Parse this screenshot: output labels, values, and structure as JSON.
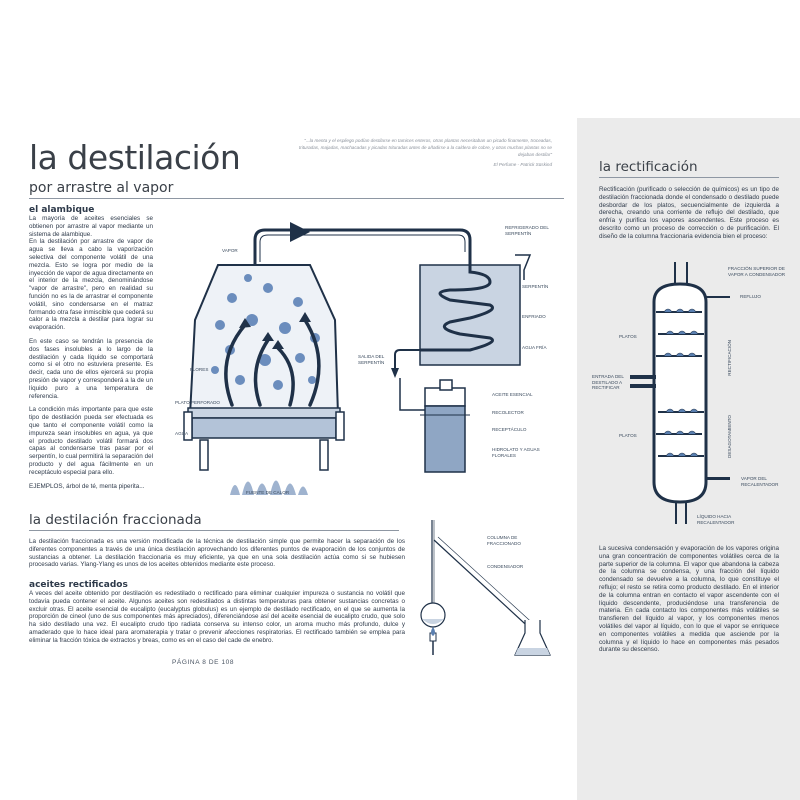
{
  "quote": {
    "text": "\"...la menta y el espliego podían destilarse en tamices enteros, otras plantas necesitaban un picado finamente, troceadas, trituradas, majadas, machacadas y picadas trituradas antes de añadirse a la caldera de cobre, y otras muchas plantas no se dejaban destilar\"",
    "source": "El Perfume - Patrick Süskind"
  },
  "header": {
    "title": "la destilación",
    "subtitle": "por arrastre al vapor"
  },
  "alambique": {
    "heading": "el alambique",
    "paragraphs": [
      "La mayoría de aceites esenciales se obtienen por arrastre al vapor mediante un sistema de alambique.",
      "En la destilación por arrastre de vapor de agua se lleva a cabo la vaporización selectiva del componente volátil de una mezcla. Esto se logra por medio de la inyección de vapor de agua directamente en el interior de la mezcla, denominándose \"vapor de arrastre\", pero en realidad su función no es la de arrastrar el componente volátil, sino condensarse en el matraz formando otra fase inmiscible que cederá su calor a la mezcla a destilar para lograr su evaporación.",
      "En este caso se tendrán la presencia de dos fases insolubles a lo largo de la destilación y cada líquido se comportará como si el otro no estuviera presente. Es decir, cada uno de ellos ejercerá su propia presión de vapor y corresponderá a la de un líquido puro a una temperatura de referencia.",
      "La condición más importante para que este tipo de destilación pueda ser efectuada es que tanto el componente volátil como la impureza sean insolubles en agua, ya que el producto destilado volátil formará dos capas al condensarse tras pasar por el serpentín, lo cual permitirá la separación del producto y del agua fácilmente en un receptáculo especial para ello.",
      "EJEMPLOS, árbol de té, menta piperita..."
    ]
  },
  "still_labels": {
    "vapor": "VAPOR",
    "refrigerado": "REFRIGERADO DEL SERPENTÍN",
    "serpentin": "SERPENTÍN",
    "enfriado": "ENFRIADO",
    "agua_fria": "AGUA FRÍA",
    "salida": "SALIDA DEL SERPENTÍN",
    "flores": "FLORES",
    "plato": "PLATO PERFORADO",
    "agua": "AGUA",
    "aceite": "ACEITE ESENCIAL",
    "recolector": "RECOLECTOR",
    "receptaculo": "RECEPTÁCULO",
    "hidrolato": "HIDROLATO Y AGUAS FLORALES",
    "fuente": "FUENTE DE CALOR"
  },
  "fraccionada": {
    "title": "la destilación fraccionada",
    "paragraph": "La destilación fraccionada es una versión modificada de la técnica de destilación simple que permite hacer la separación de los diferentes componentes a través de una única destilación aprovechando los diferentes puntos de evaporación de los conjuntos de sustancias a obtener. La destilación fraccionaria es muy eficiente, ya que en una sola destilación actúa como si se hubiesen procesado varias. Ylang-Ylang es unos de los aceites obtenidos mediante este proceso.",
    "column_label": "COLUMNA DE FRACCIONADO",
    "condenser_label": "CONDENSADOR"
  },
  "rectificados": {
    "heading": "aceites rectificados",
    "paragraph": "A veces del aceite obtenido por destilación es redestilado o rectificado para eliminar cualquier impureza o sustancia no volátil que todavía pueda contener el aceite. Algunos aceites son redestilados a distintas temperaturas para obtener sustancias concretas o excluir otras. El aceite esencial de eucalipto (eucalyptus globulus) es un ejemplo de destilado rectificado, en el que se aumenta la proporción de cineol (uno de sus componentes más apreciados), diferenciándose así del aceite esencial de eucalipto crudo, que solo ha sido destilado una vez. El eucalipto crudo tipo radiata conserva su intenso color, un aroma mucho más profundo, dulce y amaderado que lo hace ideal para aromaterapia y tratar o prevenir afecciones respiratorias. El rectificado también se emplea para eliminar la fracción tóxica de extractos y breas, como es en el caso del cade de enebro."
  },
  "page": {
    "number": "PÁGINA 8 DE 108"
  },
  "rectificacion": {
    "title": "la rectificación",
    "intro": "Rectificación (purificado o selección de químicos) es un tipo de destilación fraccionada donde el condensado o destilado puede desbordar de los platos, secuencialmente de izquierda a derecha, creando una corriente de reflujo del destilado, que enfría y purifica los vapores ascendentes. Este proceso es descrito como un proceso de corrección o de purificación. El diseño de la columna fraccionaria evidencia bien el proceso:",
    "labels": {
      "fraccion": "FRACCIÓN SUPERIOR DE VAPOR A CONDENSADOR",
      "reflujo": "REFLUJO",
      "platos1": "PLATOS",
      "rectificacion": "RECTIFICACIÓN",
      "entrada": "ENTRADA DEL DESTILADO A RECTIFICAR",
      "platos2": "PLATOS",
      "desagotamiento": "DESAGOTAMIENTO",
      "vapor_recal": "VAPOR DEL RECALENTADOR",
      "liquido": "LÍQUIDO HACIA RECALENTADOR"
    },
    "paragraph1": "La sucesiva condensación y evaporación de los vapores origina una gran concentración de componentes volátiles cerca de la parte superior de la columna. El vapor que abandona la cabeza de la columna se condensa, y una fracción del líquido condensado se devuelve a la columna, lo que constituye el reflujo; el resto se retira como producto destilado. En el interior de la columna entran en contacto el vapor ascendente con el líquido descendente, produciéndose una transferencia de materia. En cada contacto los componentes más volátiles se transfieren del líquido al vapor, y los componentes menos volátiles del vapor al líquido, con lo que el vapor se enriquece en componentes volátiles a medida que asciende por la columna y el líquido lo hace en componentes más pesados durante su descenso."
  },
  "colors": {
    "navy": "#1f3148",
    "light_blue": "#c9d4e2",
    "flower_blue": "#5a7fb0",
    "panel_gray": "#ebebeb"
  }
}
